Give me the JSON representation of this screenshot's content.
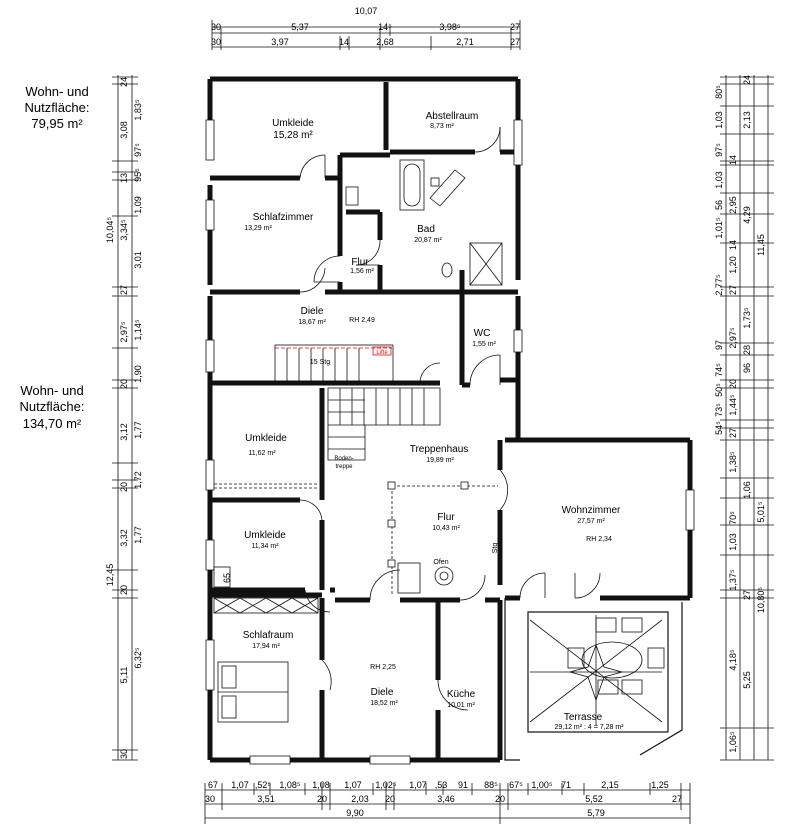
{
  "area_labels": {
    "upper_line1": "Wohn- und",
    "upper_line2": "Nutzfläche:",
    "upper_value": "79,95 m²",
    "lower_line1": "Wohn- und",
    "lower_line2": "Nutzfläche:",
    "lower_value": "134,70 m²"
  },
  "top_dims": {
    "total": "10,07",
    "row1": [
      "30",
      "5,37",
      "14⁵",
      "3,98⁵",
      "27"
    ],
    "row2": [
      "30",
      "3,97",
      "14",
      "2,68",
      "2,71",
      "27"
    ]
  },
  "bottom_dims": {
    "row1": [
      "67",
      "1,07",
      ",52⁵",
      "1,08⁵",
      "1,08",
      "1,07",
      "1,02⁵",
      "1,07",
      ",53",
      "91",
      "88⁵",
      "67⁵",
      "1,00⁵",
      "71",
      "2,15",
      "1,25"
    ],
    "row2": [
      "30",
      "3,51",
      "20",
      "2,03",
      "20",
      "3,46",
      "20",
      "5,52",
      "27"
    ],
    "row3": [
      "9,90",
      "5,79"
    ]
  },
  "left_dims": {
    "col_a": [
      "24",
      "1,83⁵",
      "3,08",
      "97⁵",
      "95⁵",
      "13",
      "1,09",
      "3,34⁵",
      "3,01",
      "27",
      "1,14⁵",
      "2,97⁵",
      "1,90",
      "20",
      "1,77",
      "3,12",
      "20",
      "1,72",
      "1,77",
      "3,32",
      "20",
      "6,32⁵",
      "5,11",
      "30"
    ],
    "col_b": [
      "10,04⁵",
      "12,45"
    ]
  },
  "right_dims": {
    "col_a": [
      "80⁵",
      "24",
      "1,03",
      "2,13",
      "97⁵",
      "14",
      "1,03",
      "2,95",
      "56",
      "1,01⁵",
      "1,20",
      "14",
      "27",
      "4,29",
      "1,73⁵",
      "2,77⁵",
      "28",
      "97",
      "2,97⁵",
      "96",
      "74⁵",
      "20",
      "50⁵",
      "1,44⁵",
      "73⁵",
      "27",
      "54⁵",
      "1,38⁵",
      "1,06",
      "70⁵",
      "5,01⁵",
      "1,03",
      "1,37⁵",
      "4,18⁵",
      "5,25",
      "27",
      "1,06⁵"
    ],
    "col_b": [
      "11,45",
      "10,80⁵"
    ]
  },
  "rooms": [
    {
      "name": "Umkleide",
      "area": "15,28 m²",
      "extra": ""
    },
    {
      "name": "Abstellraum",
      "area": "8,73 m²",
      "extra": ""
    },
    {
      "name": "Schlafzimmer",
      "area": "13,29 m²",
      "extra": ""
    },
    {
      "name": "Bad",
      "area": "20,87 m²",
      "extra": ""
    },
    {
      "name": "Flur",
      "area": "1,56 m²",
      "extra": ""
    },
    {
      "name": "Diele",
      "area": "18,67 m²",
      "extra": "RH 2,49"
    },
    {
      "name": "WC",
      "area": "1,55 m²",
      "extra": ""
    },
    {
      "name": "Umkleide",
      "area": "11,62 m²",
      "extra": ""
    },
    {
      "name": "Treppenhaus",
      "area": "19,89 m²",
      "extra": ""
    },
    {
      "name": "Umkleide",
      "area": "11,34 m²",
      "extra": ""
    },
    {
      "name": "Flur",
      "area": "10,43 m²",
      "extra": ""
    },
    {
      "name": "Wohnzimmer",
      "area": "27,57 m²",
      "extra": "RH 2,34"
    },
    {
      "name": "Schlafraum",
      "area": "17,94 m²",
      "extra": ""
    },
    {
      "name": "Diele",
      "area": "18,52 m²",
      "extra": "RH 2,25"
    },
    {
      "name": "Küche",
      "area": "10,01 m²",
      "extra": ""
    },
    {
      "name": "Terrasse",
      "area": "29,12 m² : 4 = 7,28 m²",
      "extra": ""
    }
  ],
  "annotations": {
    "stairs": "15 Stg",
    "lift": "Lifte",
    "boden1": "Boden-",
    "boden2": "treppe",
    "ofen": "Ofen",
    "stg": "Stg",
    "niche": "65"
  }
}
